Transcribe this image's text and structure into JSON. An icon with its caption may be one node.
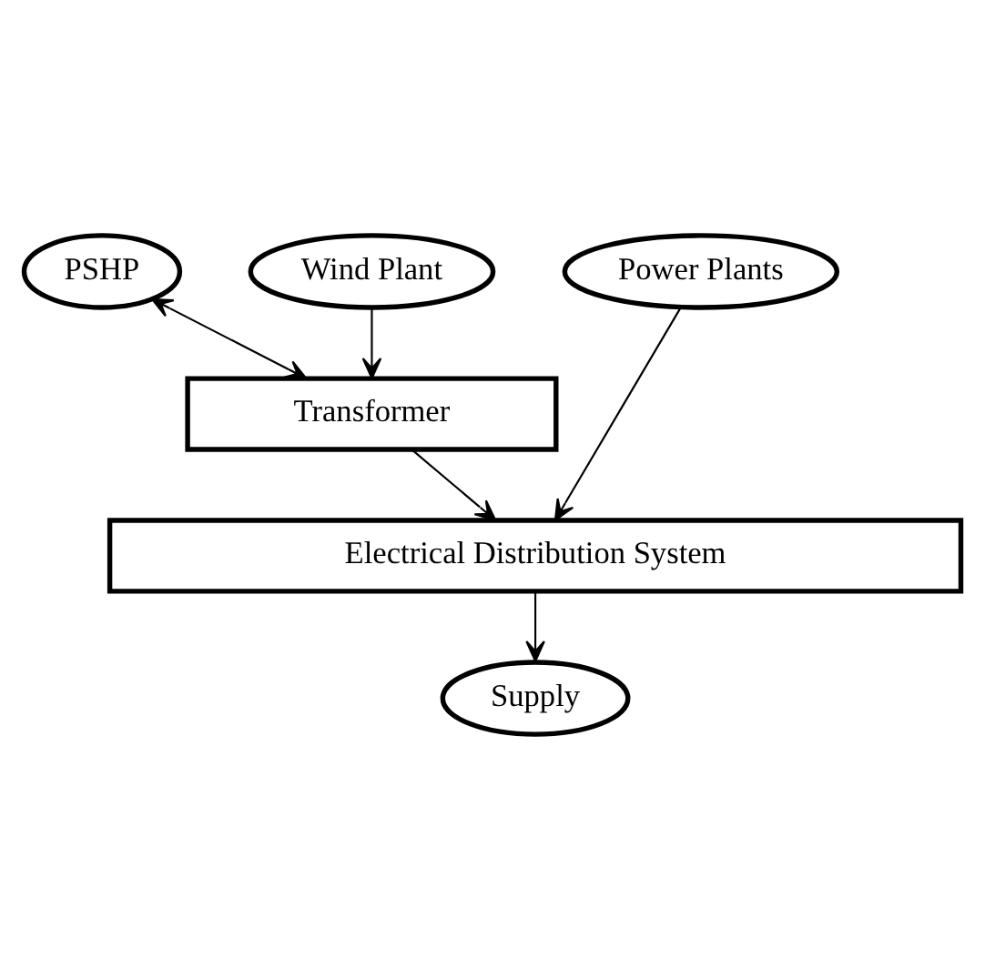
{
  "diagram": {
    "nodes": [
      {
        "text": [
          "PSHP"
        ]
      },
      {
        "text": [
          "Wind Plant"
        ]
      },
      {
        "text": [
          "Power Plants"
        ]
      },
      {
        "text": [
          "Transformer"
        ]
      },
      {
        "text": [
          "Electrical Distribution System"
        ]
      },
      {
        "text": [
          "Supply"
        ]
      }
    ],
    "edges": [
      {
        "from": 0,
        "to": 3,
        "arrow": "both"
      },
      {
        "from": 1,
        "to": 3,
        "arrow": "to"
      },
      {
        "from": 3,
        "to": 4,
        "arrow": "to"
      },
      {
        "from": 2,
        "to": 4,
        "arrow": "to"
      },
      {
        "from": 4,
        "to": 5,
        "arrow": "to"
      }
    ]
  }
}
